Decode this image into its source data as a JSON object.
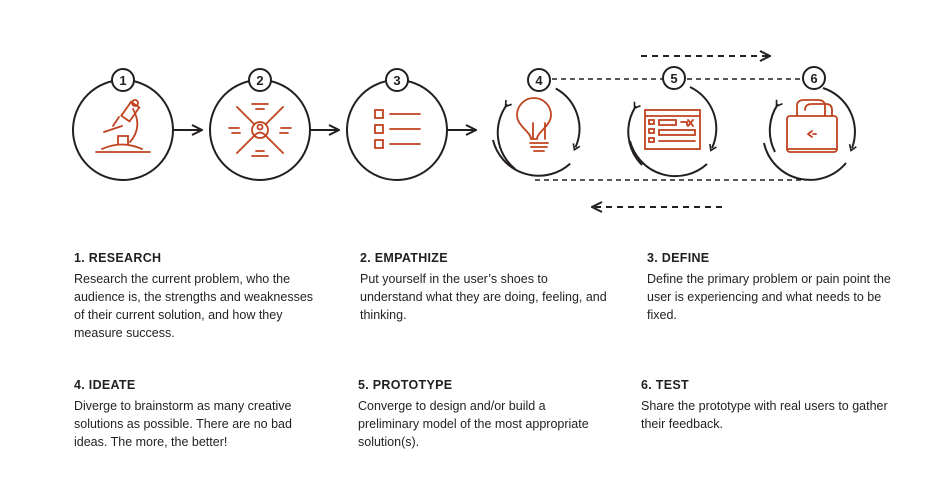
{
  "colors": {
    "ink": "#231f20",
    "accent": "#c0421f"
  },
  "nodes": [
    {
      "number": "1",
      "icon": "microscope-icon"
    },
    {
      "number": "2",
      "icon": "user-focus-icon"
    },
    {
      "number": "3",
      "icon": "checklist-icon"
    },
    {
      "number": "4",
      "icon": "lightbulb-icon"
    },
    {
      "number": "5",
      "icon": "wireframe-icon"
    },
    {
      "number": "6",
      "icon": "toaster-icon"
    }
  ],
  "steps": [
    {
      "title": "1. RESEARCH",
      "text": "Research the current problem, who the audience is, the strengths and weaknesses of their current solution, and how they measure success."
    },
    {
      "title": "2. EMPATHIZE",
      "text": "Put yourself in the user’s shoes to understand what they are doing, feeling, and thinking."
    },
    {
      "title": "3. DEFINE",
      "text": "Define the primary problem or pain point the user is experiencing and what needs to be fixed."
    },
    {
      "title": "4. IDEATE",
      "text": "Diverge to brainstorm as many creative solutions as possible. There are no bad ideas. The more, the better!"
    },
    {
      "title": "5. PROTOTYPE",
      "text": "Converge to design and/or build a preliminary model of the most appropriate solution(s)."
    },
    {
      "title": "6. TEST",
      "text": "Share the prototype with real users to gather their feedback."
    }
  ]
}
